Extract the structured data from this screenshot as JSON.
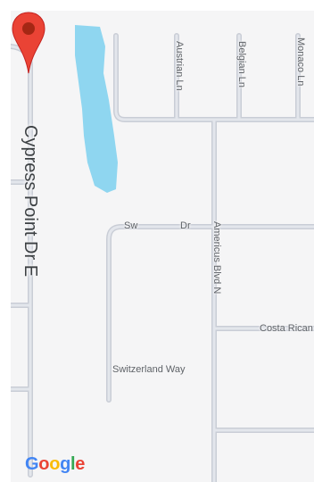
{
  "map": {
    "streets": {
      "austrian": "Austrian Ln",
      "belgian": "Belgian Ln",
      "monaco": "Monaco Ln",
      "cypress": "Cypress Point Dr E",
      "swiss_start": "Sw",
      "swiss_end": "Dr",
      "americus": "Americus Blvd N",
      "costa_rican": "Costa Rican",
      "switzerland": "Switzerland Way"
    },
    "logo": {
      "letters": [
        "G",
        "o",
        "o",
        "g",
        "l",
        "e"
      ],
      "colors": [
        "#4285F4",
        "#EA4335",
        "#FBBC05",
        "#4285F4",
        "#34A853",
        "#EA4335"
      ]
    },
    "colors": {
      "land": "#f5f5f6",
      "road": "#c9cdd6",
      "water": "#8fd6f0",
      "pin": "#ea4335",
      "pin_center": "#a52714"
    },
    "marker_icon": "map-pin-icon"
  }
}
